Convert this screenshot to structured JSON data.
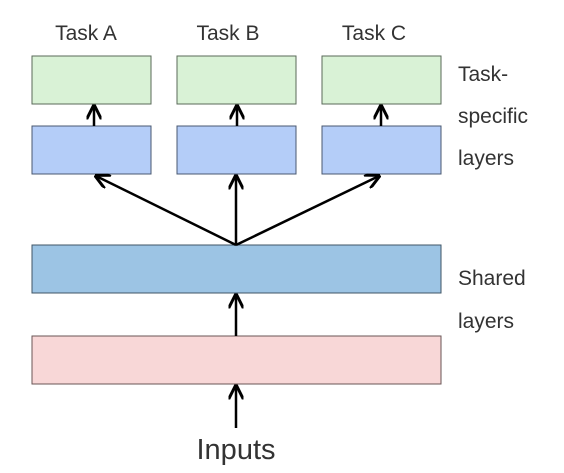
{
  "tasks": [
    {
      "label": "Task A"
    },
    {
      "label": "Task B"
    },
    {
      "label": "Task C"
    }
  ],
  "side_labels": {
    "task_specific": [
      "Task-",
      "specific",
      "layers"
    ],
    "shared": [
      "Shared",
      "layers"
    ]
  },
  "inputs_label": "Inputs",
  "colors": {
    "task_output": "#d9f2d6",
    "task_specific": "#b4cdf8",
    "shared": "#9cc4e4",
    "input": "#f8d7d7",
    "stroke": "#000000",
    "text": "#333333"
  }
}
